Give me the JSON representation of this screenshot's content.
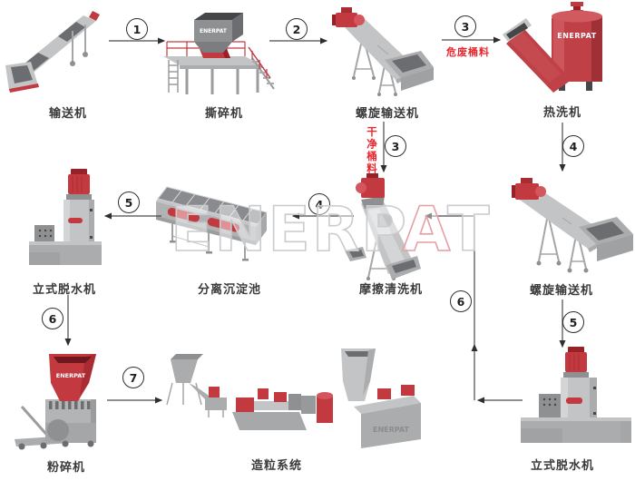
{
  "watermark": {
    "left": "ENERP",
    "a": "A",
    "right": "T"
  },
  "machines": {
    "conveyor": {
      "label": "输送机"
    },
    "shredder": {
      "label": "撕碎机",
      "brand": "ENERPAT"
    },
    "screw_conveyor_1": {
      "label": "螺旋输送机"
    },
    "hot_washer": {
      "label": "热洗机",
      "brand": "ENERPAT"
    },
    "dewater_left": {
      "label": "立式脱水机"
    },
    "sedimentation_tank": {
      "label": "分离沉淀池"
    },
    "friction_washer": {
      "label": "摩擦清洗机"
    },
    "screw_conveyor_2": {
      "label": "螺旋输送机"
    },
    "crusher": {
      "label": "粉碎机",
      "brand": "ENERPAT"
    },
    "pelletizer": {
      "label": "造粒系统",
      "brand": "ENERPAT"
    },
    "dewater_right": {
      "label": "立式脱水机"
    }
  },
  "steps": {
    "s1": "1",
    "s2": "2",
    "s3a": "3",
    "s3b": "3",
    "s4a": "4",
    "s4b": "4",
    "s5a": "5",
    "s5b": "5",
    "s6a": "6",
    "s6b": "6",
    "s7": "7"
  },
  "annotations": {
    "hazardous": "危废桶料",
    "clean": "干净桶料"
  },
  "colors": {
    "machine_red": "#c23a40",
    "machine_gray": "#c4c6c8",
    "annotation_red": "#e8262d",
    "line": "#4a4a4a"
  }
}
